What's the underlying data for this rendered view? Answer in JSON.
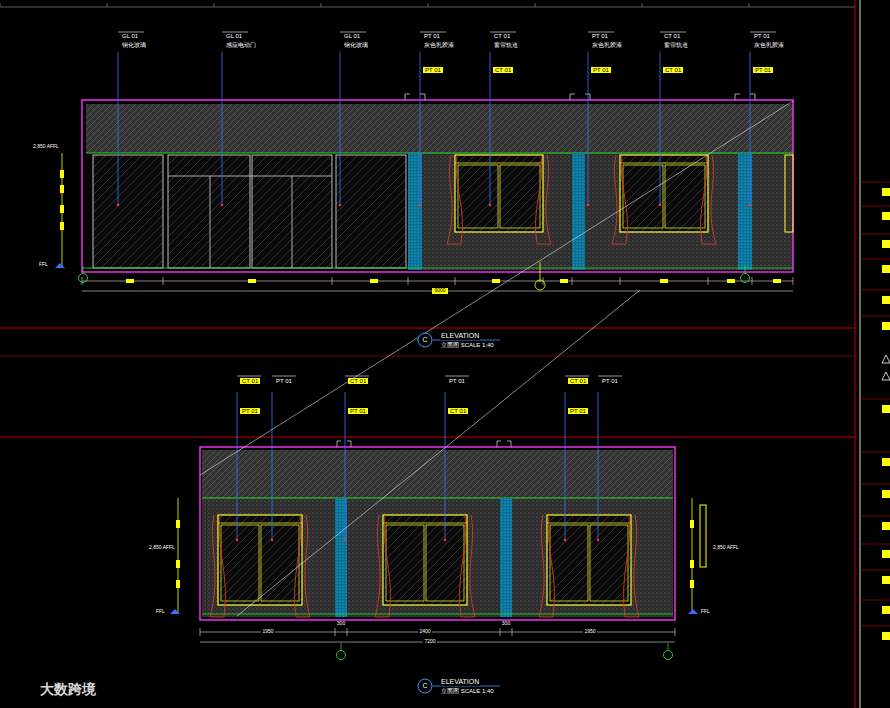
{
  "diagram": {
    "labels": [
      "GL 01",
      "钢化玻璃",
      "GL 01",
      "感应电动门",
      "GL 01",
      "钢化玻璃",
      "PT 01",
      "灰色乳胶漆",
      "PT 01",
      "CT 01",
      "窗帘轨道",
      "CT 01",
      "PT 01",
      "灰色乳胶漆",
      "PT 01",
      "CT 01",
      "窗帘轨道",
      "CT 01",
      "PT 01",
      "灰色乳胶漆",
      "PT 01",
      "2,850 AFFL",
      "FFL",
      "9000",
      "C",
      "ELEVATION",
      "立面图 SCALE 1:40",
      "CT 01",
      "PT 01",
      "PT 01",
      "CT 01",
      "PT 01",
      "PT 01",
      "CT 01",
      "CT 01",
      "PT 01",
      "PT 01",
      "2,850 AFFL",
      "2,850 AFFL",
      "FFL",
      "FFL",
      "1950",
      "300",
      "2400",
      "300",
      "1950",
      "7200",
      "C",
      "ELEVATION",
      "立面图 SCALE 1:40",
      "大数跨境"
    ]
  }
}
